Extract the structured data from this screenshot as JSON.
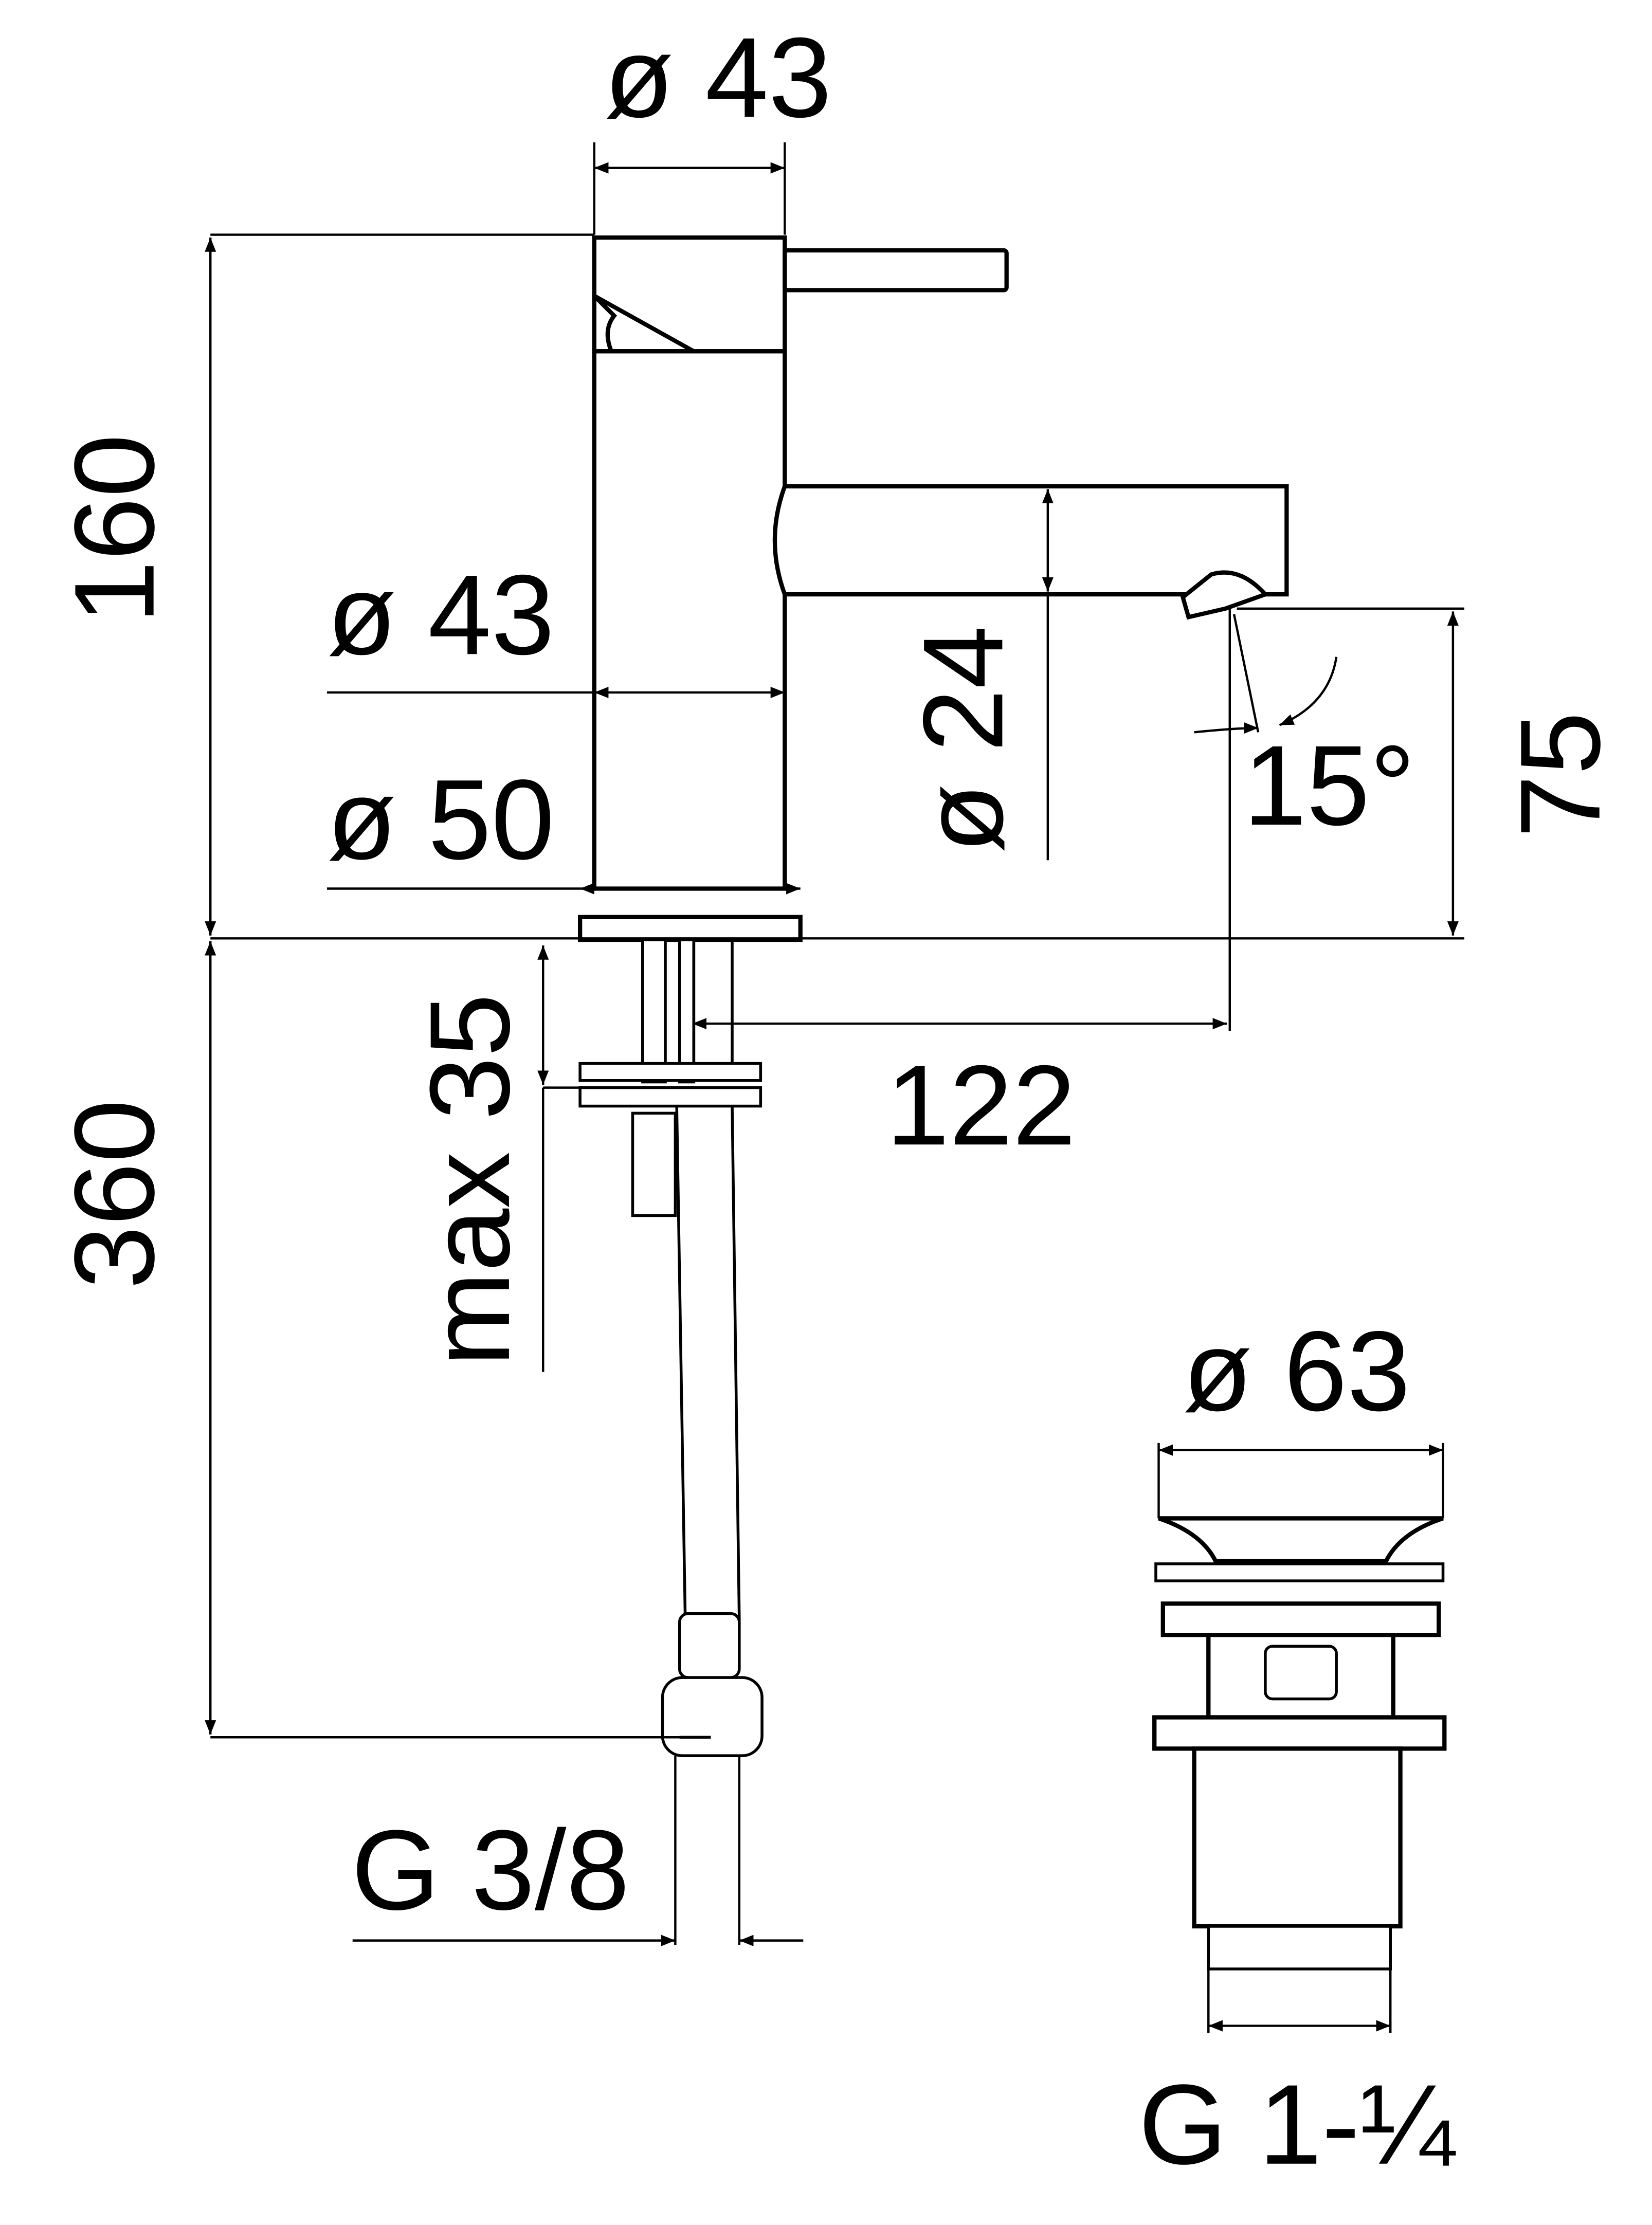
{
  "drawing": {
    "labels": {
      "top_diameter": "ø 43",
      "height_160": "160",
      "body_diameter": "ø 43",
      "base_diameter": "ø 50",
      "spout_diameter": "ø 24",
      "angle": "15°",
      "spout_height": "75",
      "max_deck": "max 35",
      "hose_length": "360",
      "reach": "122",
      "hose_thread": "G 3/8",
      "waste_diameter": "ø 63",
      "waste_thread": "G 1-¼"
    },
    "colors": {
      "line": "#000000",
      "background": "#ffffff"
    }
  }
}
